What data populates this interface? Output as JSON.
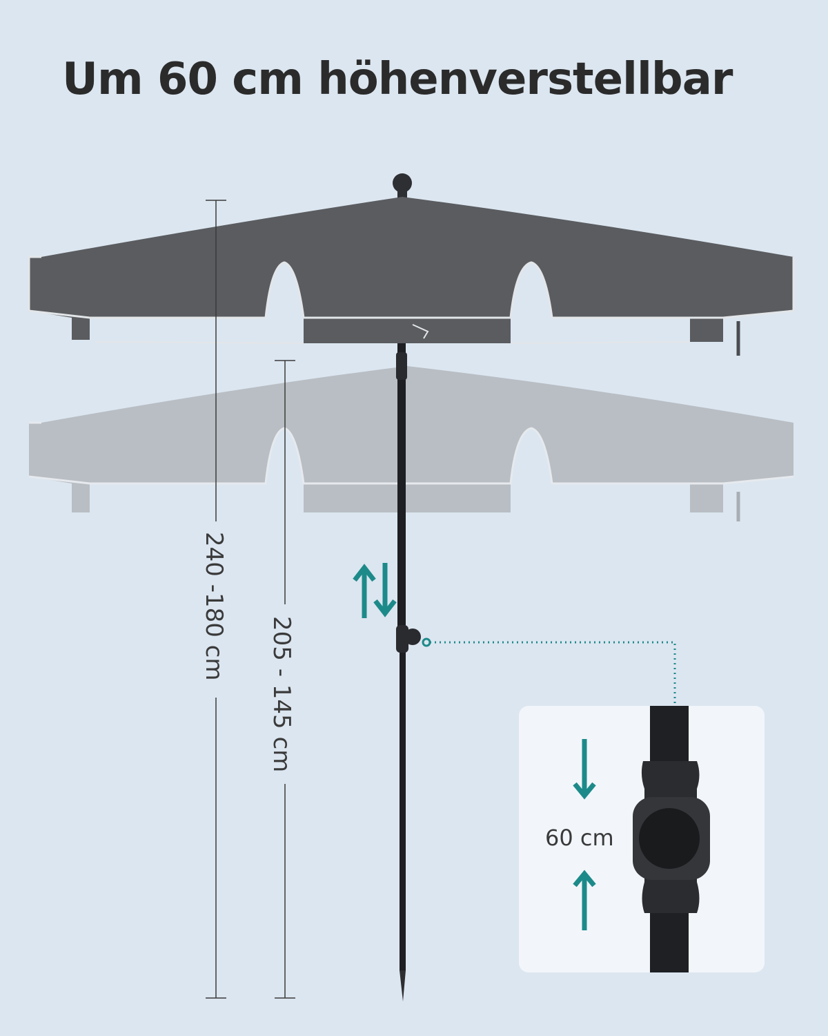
{
  "headline": "Um 60 cm höhenverstellbar",
  "dimensions": {
    "outer_height": "240 -180 cm",
    "inner_height": "205 - 145 cm"
  },
  "detail": {
    "adjust_range": "60 cm"
  },
  "colors": {
    "background": "#dce6f0",
    "canopy": "#5a5c60",
    "canopy_ghost": "#b9bec4",
    "accent_arrow": "#1d8a8a",
    "pole": "#1e1f22"
  },
  "icons": [
    "up-down-arrows-icon",
    "down-arrow-icon",
    "up-arrow-icon"
  ]
}
